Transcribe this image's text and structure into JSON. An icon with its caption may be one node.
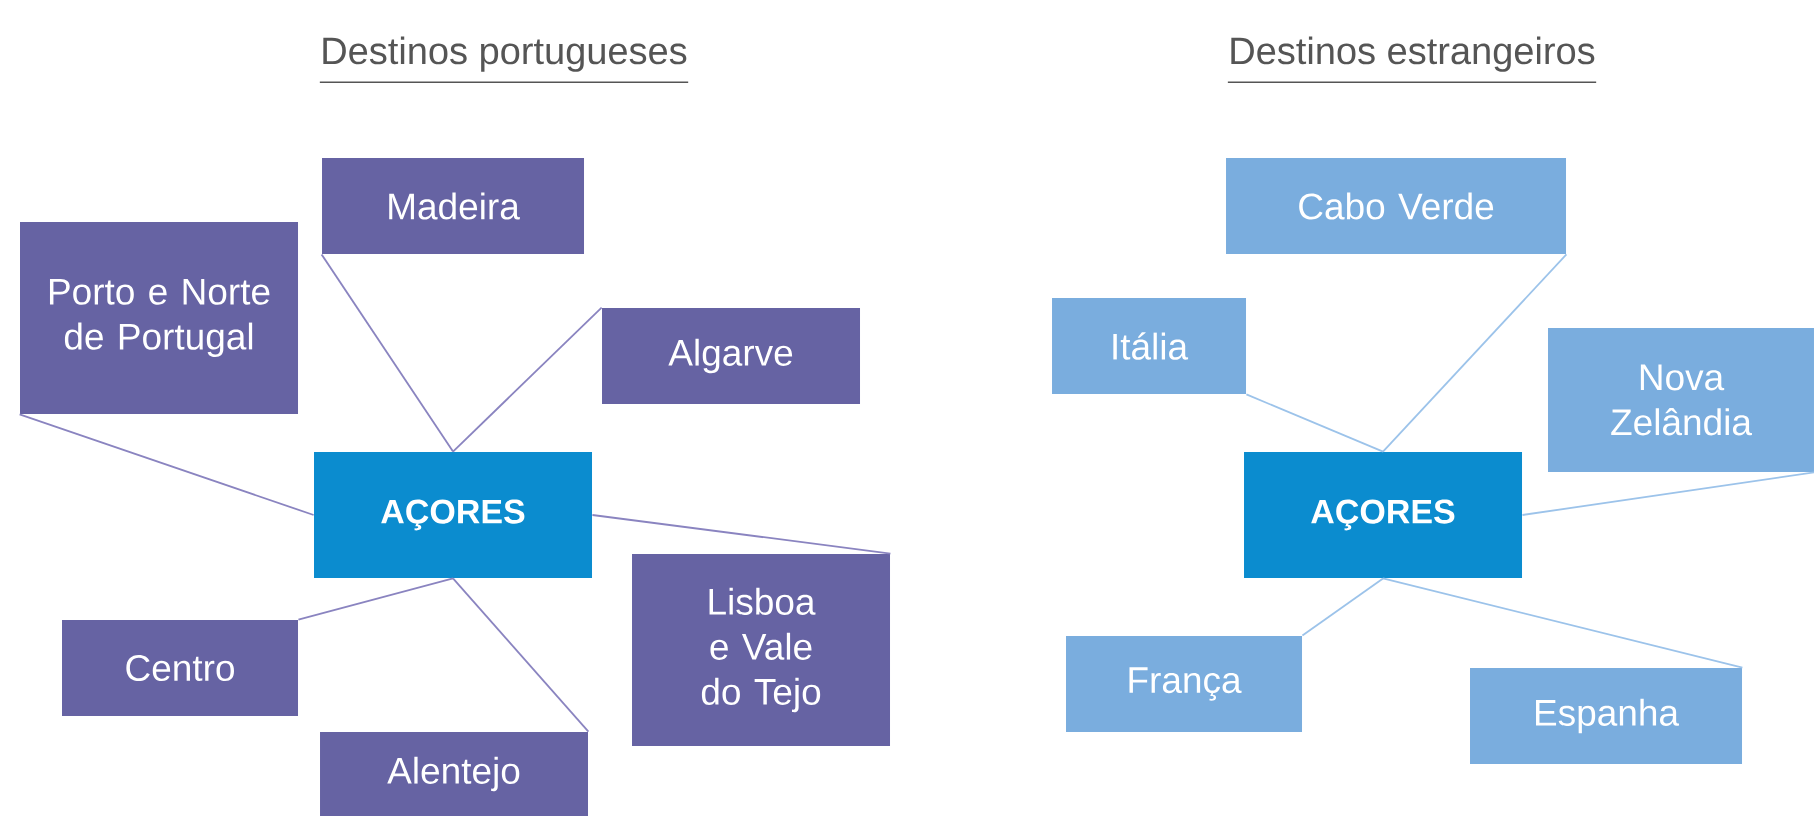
{
  "diagram": {
    "nodes": [
      {
        "text": [
          "Madeira"
        ]
      },
      {
        "text": [
          "Porto e Norte de Portugal"
        ]
      },
      {
        "text": [
          "Algarve"
        ]
      },
      {
        "text": [
          "AÇORES"
        ]
      },
      {
        "text": [
          "Centro"
        ]
      },
      {
        "text": [
          "Lisboa e Vale do Tejo"
        ]
      },
      {
        "text": [
          "Alentejo"
        ]
      },
      {
        "text": [
          "Cabo Verde"
        ]
      },
      {
        "text": [
          "Itália"
        ]
      },
      {
        "text": [
          "Nova Zelândia"
        ]
      },
      {
        "text": [
          "AÇORES"
        ]
      },
      {
        "text": [
          "França"
        ]
      },
      {
        "text": [
          "Espanha"
        ]
      }
    ],
    "edges": [
      {
        "from": 0,
        "to": 3,
        "arrow": "none",
        "color": "#8a84c0"
      },
      {
        "from": 2,
        "to": 3,
        "arrow": "none",
        "color": "#8a84c0"
      },
      {
        "from": 1,
        "to": 3,
        "arrow": "none",
        "color": "#8a84c0"
      },
      {
        "from": 5,
        "to": 3,
        "arrow": "none",
        "color": "#8a84c0"
      },
      {
        "from": 4,
        "to": 3,
        "arrow": "none",
        "color": "#8a84c0"
      },
      {
        "from": 6,
        "to": 3,
        "arrow": "none",
        "color": "#8a84c0"
      },
      {
        "from": 7,
        "to": 10,
        "arrow": "none",
        "color": "#9cc3ea"
      },
      {
        "from": 8,
        "to": 10,
        "arrow": "none",
        "color": "#9cc3ea"
      },
      {
        "from": 9,
        "to": 10,
        "arrow": "none",
        "color": "#9cc3ea"
      },
      {
        "from": 11,
        "to": 10,
        "arrow": "none",
        "color": "#9cc3ea"
      },
      {
        "from": 12,
        "to": 10,
        "arrow": "none",
        "color": "#9cc3ea"
      }
    ],
    "labels": [
      "Destinos portugueses",
      "Destinos estrangeiros"
    ]
  }
}
